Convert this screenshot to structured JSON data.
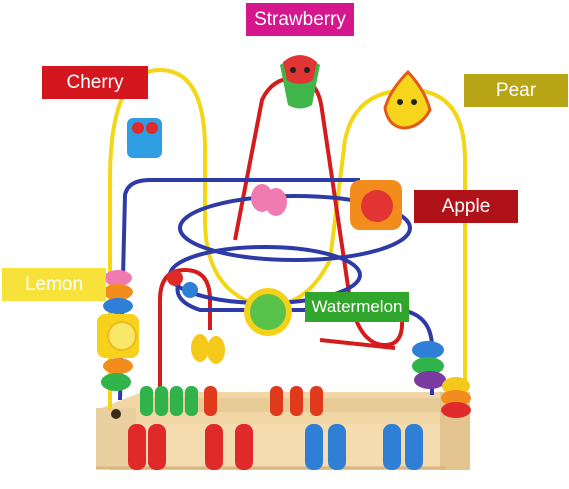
{
  "labels": {
    "strawberry": {
      "text": "Strawberry",
      "bg": "#d6168c"
    },
    "cherry": {
      "text": "Cherry",
      "bg": "#d4161e"
    },
    "pear": {
      "text": "Pear",
      "bg": "#b7a516"
    },
    "apple": {
      "text": "Apple",
      "bg": "#b0121a"
    },
    "lemon": {
      "text": "Lemon",
      "bg": "#f7e23a"
    },
    "watermelon": {
      "text": "Watermelon",
      "bg": "#31a62c"
    }
  },
  "colors": {
    "wood": "#f1d6a6",
    "wood_dark": "#d9b67b",
    "wire_yellow": "#f3d615",
    "wire_blue": "#2d3aa8",
    "wire_red": "#d51c1c",
    "bead_red": "#e02a2a",
    "bead_green": "#2fb34a",
    "bead_blue": "#2f7fd6",
    "bead_orange": "#f07b1c",
    "bead_yellow": "#f4c91a",
    "bead_pink": "#f07bb0"
  }
}
